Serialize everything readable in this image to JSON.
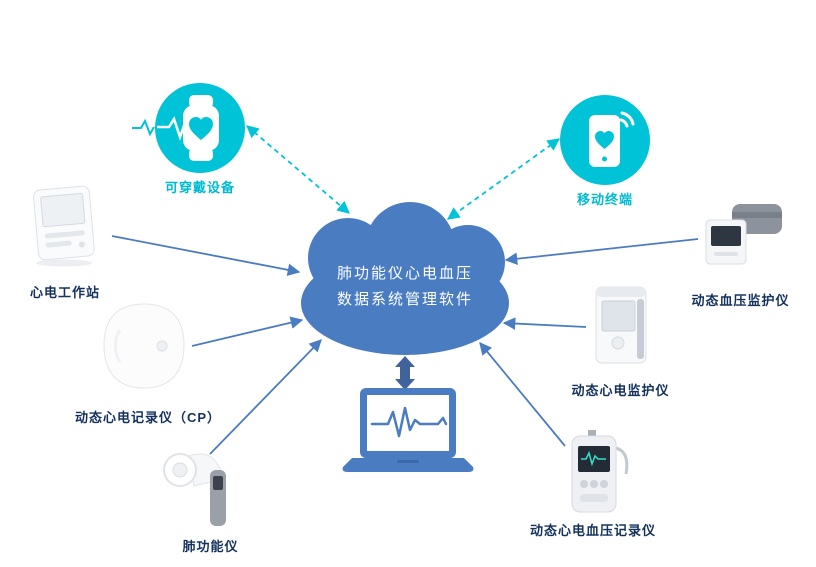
{
  "cloud": {
    "line1": "肺功能仪心电血压",
    "line2": "数据系统管理软件"
  },
  "nodes": {
    "wearable": {
      "label": "可穿戴设备"
    },
    "mobile": {
      "label": "移动终端"
    },
    "ecg_workstation": {
      "label": "心电工作站"
    },
    "cp_recorder": {
      "label": "动态心电记录仪（CP）"
    },
    "spirometer": {
      "label": "肺功能仪"
    },
    "bp_monitor": {
      "label": "动态血压监护仪"
    },
    "ecg_monitor": {
      "label": "动态心电监护仪"
    },
    "ecg_bp_recorder": {
      "label": "动态心电血压记录仪"
    }
  },
  "icons": {
    "smartwatch": "watch with heart and pulse line",
    "smartphone": "phone with heart and signal waves",
    "cloud": "cloud platform",
    "laptop": "laptop with ECG waveform",
    "sync_arrow": "bidirectional thick arrow"
  },
  "colors": {
    "teal": "#00c3d8",
    "cloud_blue": "#4a7cc2",
    "label_navy": "#14315d",
    "white": "#ffffff"
  }
}
